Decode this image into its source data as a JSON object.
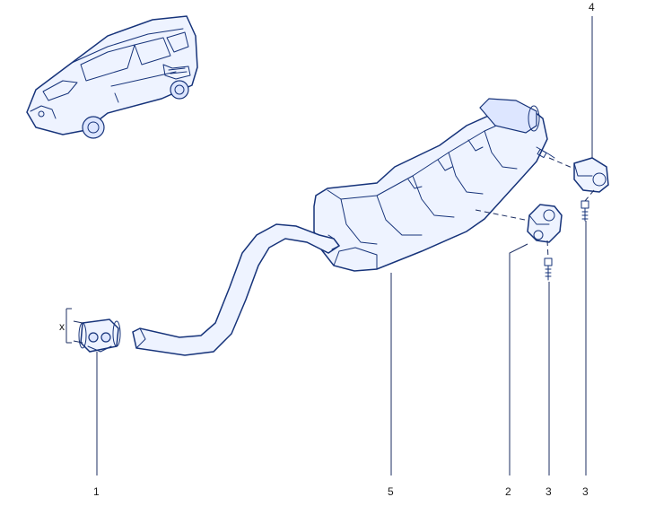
{
  "diagram": {
    "callouts": [
      {
        "id": "c1",
        "label": "1",
        "part": "clamp"
      },
      {
        "id": "c5",
        "label": "5",
        "part": "muffler"
      },
      {
        "id": "c2",
        "label": "2",
        "part": "rubber-hanger"
      },
      {
        "id": "c3a",
        "label": "3",
        "part": "bolt"
      },
      {
        "id": "c3b",
        "label": "3",
        "part": "bolt"
      },
      {
        "id": "c4",
        "label": "4",
        "part": "rear-bracket"
      }
    ],
    "dimension_mark": "x",
    "colors": {
      "lineart": "#16337a",
      "fill": "#eef3ff",
      "labels": "#1a1a1a"
    }
  }
}
